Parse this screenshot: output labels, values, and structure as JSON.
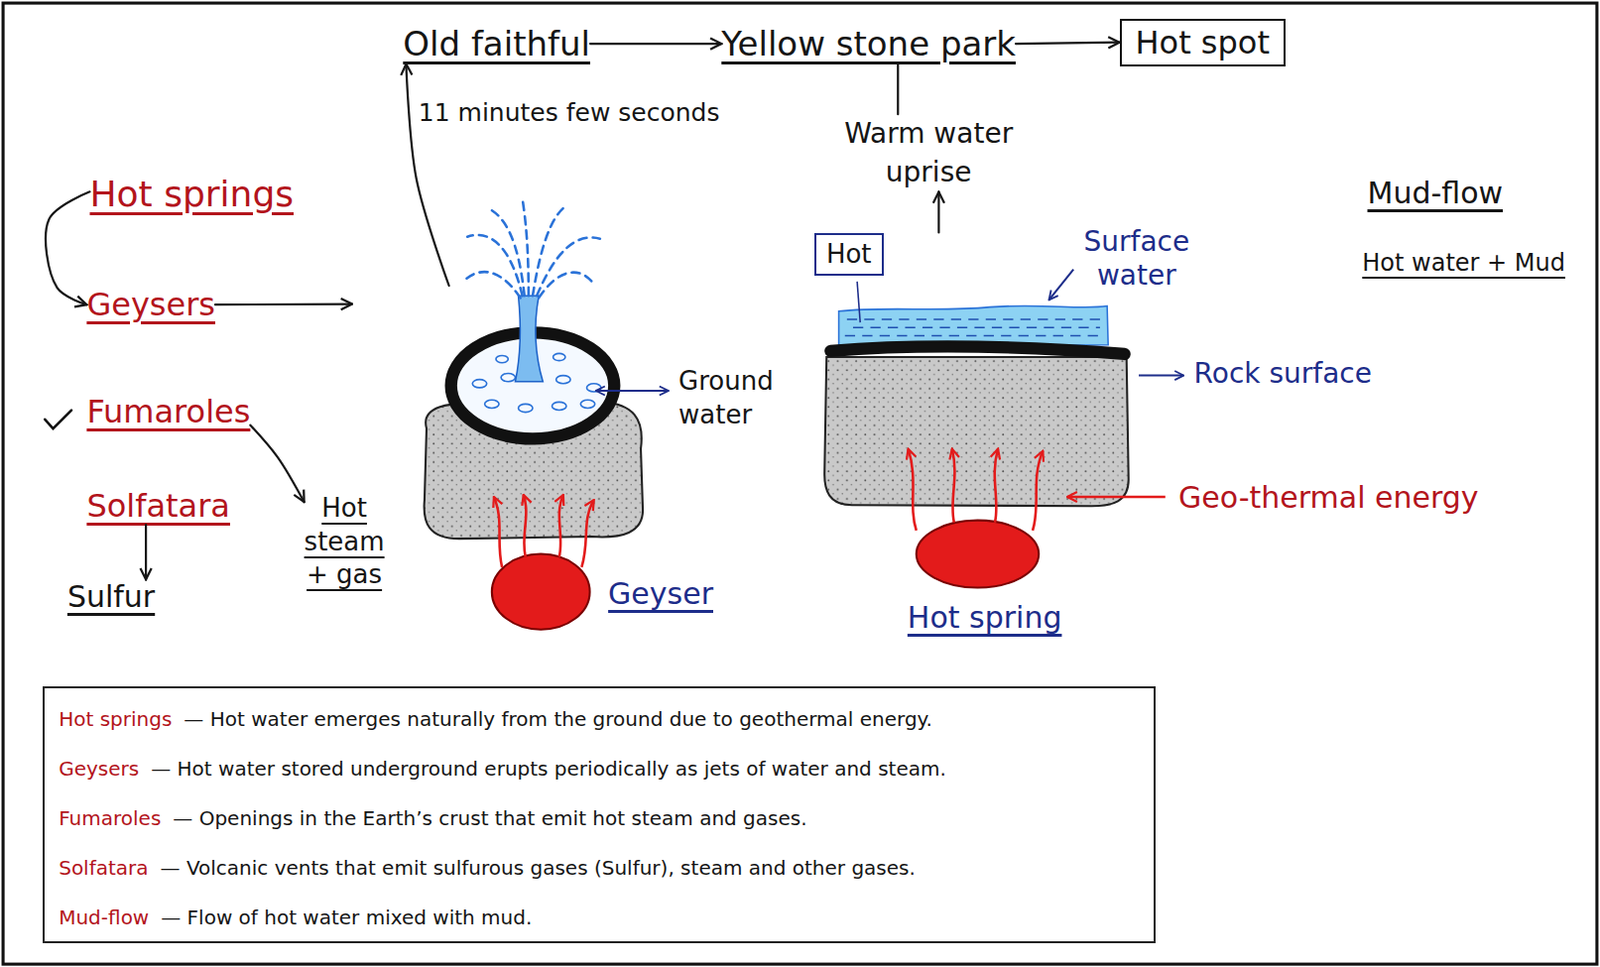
{
  "diagram": {
    "nodes": [
      {
        "text": [
          "Old faithful"
        ]
      },
      {
        "text": [
          "Yellow stone park"
        ]
      },
      {
        "text": [
          "Hot spot"
        ]
      },
      {
        "text": [
          "Warm water uprise"
        ]
      },
      {
        "text": [
          "Hot springs"
        ]
      },
      {
        "text": [
          "Geysers"
        ]
      },
      {
        "text": [
          "Fumaroles"
        ]
      },
      {
        "text": [
          "Solfatara"
        ]
      },
      {
        "text": [
          "Hot steam + gas"
        ]
      },
      {
        "text": [
          "Sulfur"
        ]
      },
      {
        "text": [
          "Geyser"
        ]
      },
      {
        "text": [
          "Hot spring"
        ]
      },
      {
        "text": [
          "Hot"
        ],
        "in": 11
      },
      {
        "text": [
          "Hot springs",
          "— Hot water emerges naturally from the ground due to geothermal energy.",
          "Geysers",
          "— Hot water stored underground erupts periodically as jets of water and steam.",
          "Fumaroles",
          "— Openings in the Earth’s crust that emit hot steam and gases.",
          "Solfatara",
          "— Volcanic vents that emit sulfurous gases (Sulfur), steam and other gases.",
          "Mud-flow",
          "— Flow of hot water mixed with mud."
        ]
      }
    ],
    "edges": [
      {
        "from": 4,
        "to": 5,
        "arrow": "to"
      },
      {
        "from": 5,
        "to": 10,
        "arrow": "to"
      },
      {
        "from": 10,
        "to": 0,
        "arrow": "to"
      },
      {
        "from": 0,
        "to": 1,
        "arrow": "to"
      },
      {
        "from": 1,
        "to": 2,
        "arrow": "to"
      },
      {
        "from": 1,
        "to": 3,
        "arrow": "none"
      },
      {
        "from": 11,
        "to": 3,
        "arrow": "to"
      },
      {
        "from": 6,
        "to": 8,
        "arrow": "to"
      },
      {
        "from": 7,
        "to": 9,
        "arrow": "to"
      }
    ],
    "labels": [
      "11 minutes few seconds",
      "Ground water",
      "Surface water",
      "Rock surface",
      "Geo-thermal energy",
      "Mud-flow",
      "Hot water + Mud"
    ]
  }
}
